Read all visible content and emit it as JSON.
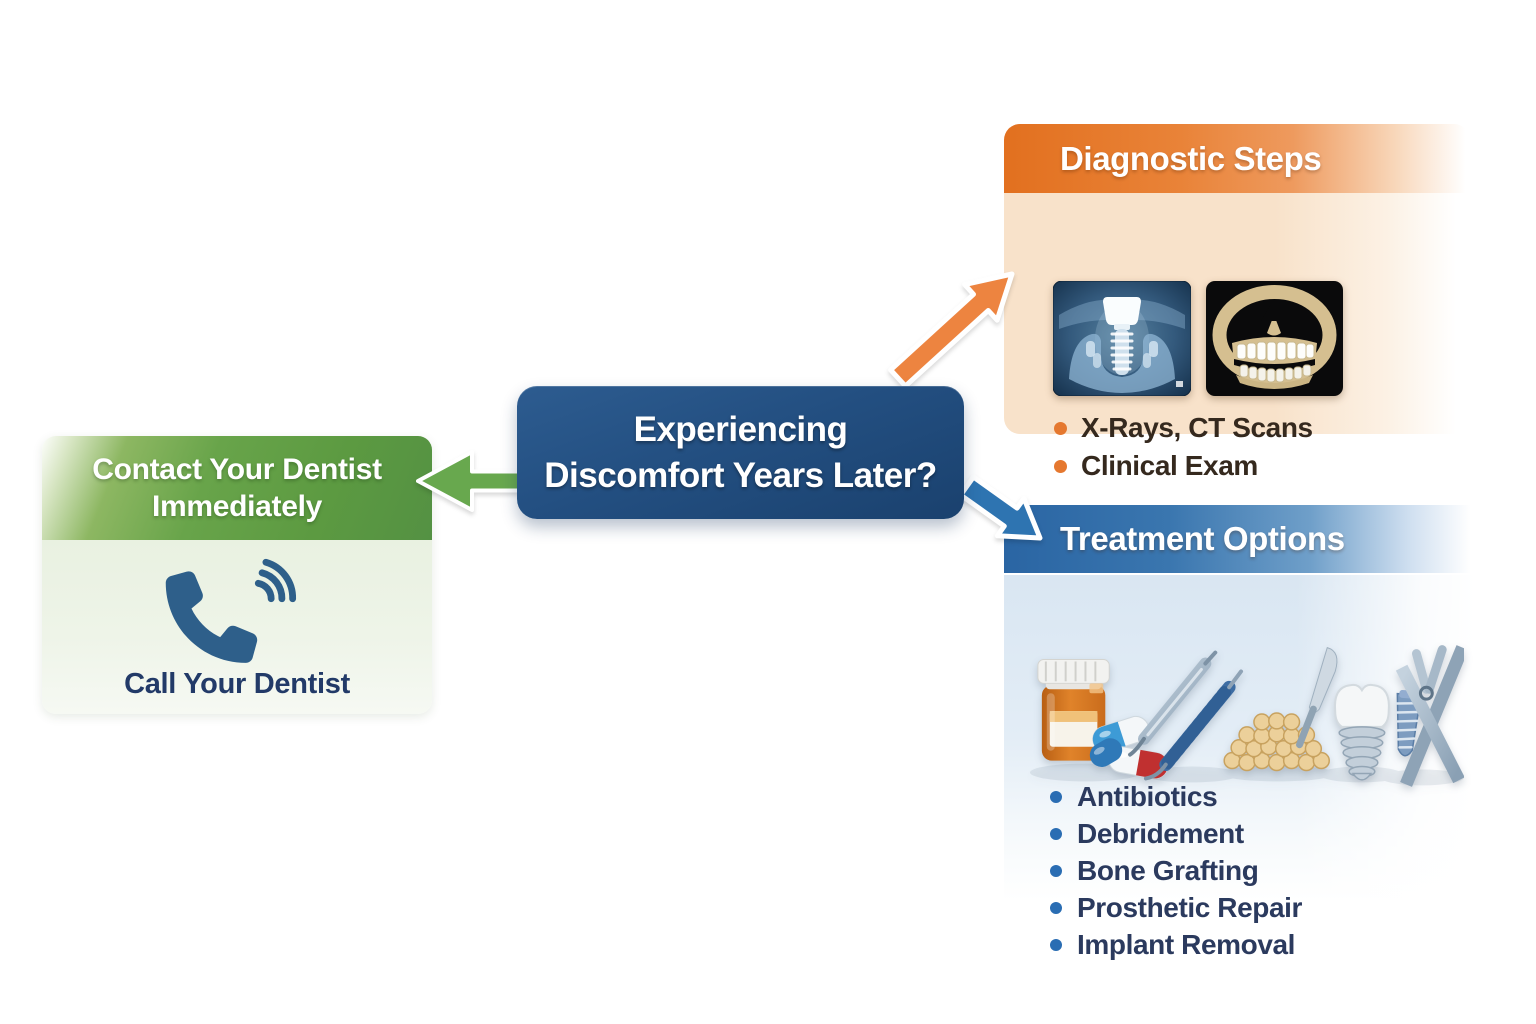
{
  "center_box": {
    "line1": "Experiencing",
    "line2": "Discomfort Years Later?"
  },
  "contact_panel": {
    "title_line1": "Contact Your Dentist",
    "title_line2": "Immediately",
    "caption": "Call Your Dentist",
    "icon": "phone-handset-icon"
  },
  "diagnostic_panel": {
    "title": "Diagnostic Steps",
    "bullets": [
      "X-Rays, CT Scans",
      "Clinical Exam"
    ],
    "images": [
      "implant-xray-image",
      "skull-jaw-xray-image"
    ]
  },
  "treatment_panel": {
    "title": "Treatment Options",
    "bullets": [
      "Antibiotics",
      "Debridement",
      "Bone Grafting",
      "Prosthetic Repair",
      "Implant Removal"
    ],
    "icons": [
      "pill-bottle-icon",
      "capsules-icon",
      "scaler-tools-icon",
      "bone-graft-granules-icon",
      "scalpel-icon",
      "tooth-implant-icon",
      "implant-screw-icon",
      "forceps-icon"
    ]
  },
  "arrows": {
    "to_contact": {
      "color": "#68a84e"
    },
    "to_diagnostic": {
      "color": "#ed8440"
    },
    "to_treatment": {
      "color": "#2e74b1"
    }
  },
  "colors": {
    "center_box_bg": "#1f4d7e",
    "contact_green": "#5f9a42",
    "diagnostic_orange": "#e4762b",
    "treatment_blue": "#2d6ca8",
    "diag_bullet": "#e5782f",
    "treat_bullet": "#2a6db3",
    "diag_text": "#35291e",
    "treat_text": "#2b3a5e",
    "caption_navy": "#223a68"
  }
}
